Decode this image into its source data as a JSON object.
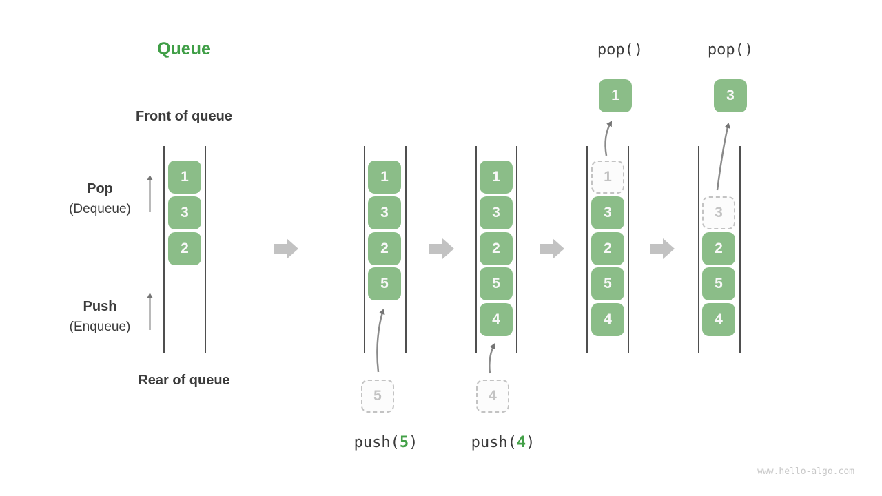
{
  "page": {
    "title": "Queue",
    "watermark": "www.hello-algo.com"
  },
  "colors": {
    "title_green": "#3f9e46",
    "item_green": "#8bbd88",
    "code_arg_green": "#43a047",
    "text_dark": "#3b3b3b",
    "ghost_gray": "#c3c3c3",
    "thin_arrow_gray": "#757575",
    "block_arrow_gray": "#c2c2c2"
  },
  "labels": {
    "front": "Front of queue",
    "rear": "Rear of queue",
    "pop": "Pop",
    "pop_sub": "(Dequeue)",
    "push": "Push",
    "push_sub": "(Enqueue)"
  },
  "ops": {
    "pop_call": "pop()",
    "push5": {
      "prefix": "push(",
      "arg": "5",
      "suffix": ")"
    },
    "push4": {
      "prefix": "push(",
      "arg": "4",
      "suffix": ")"
    }
  },
  "states": {
    "s1": {
      "items": [
        "1",
        "3",
        "2"
      ]
    },
    "s2": {
      "items": [
        "1",
        "3",
        "2",
        "5"
      ],
      "incoming": "5"
    },
    "s3": {
      "items": [
        "1",
        "3",
        "2",
        "5",
        "4"
      ],
      "incoming": "4"
    },
    "s4": {
      "removed": "1",
      "items": [
        "3",
        "2",
        "5",
        "4"
      ],
      "popped": "1"
    },
    "s5": {
      "removed": "3",
      "items": [
        "2",
        "5",
        "4"
      ],
      "popped": "3"
    }
  }
}
